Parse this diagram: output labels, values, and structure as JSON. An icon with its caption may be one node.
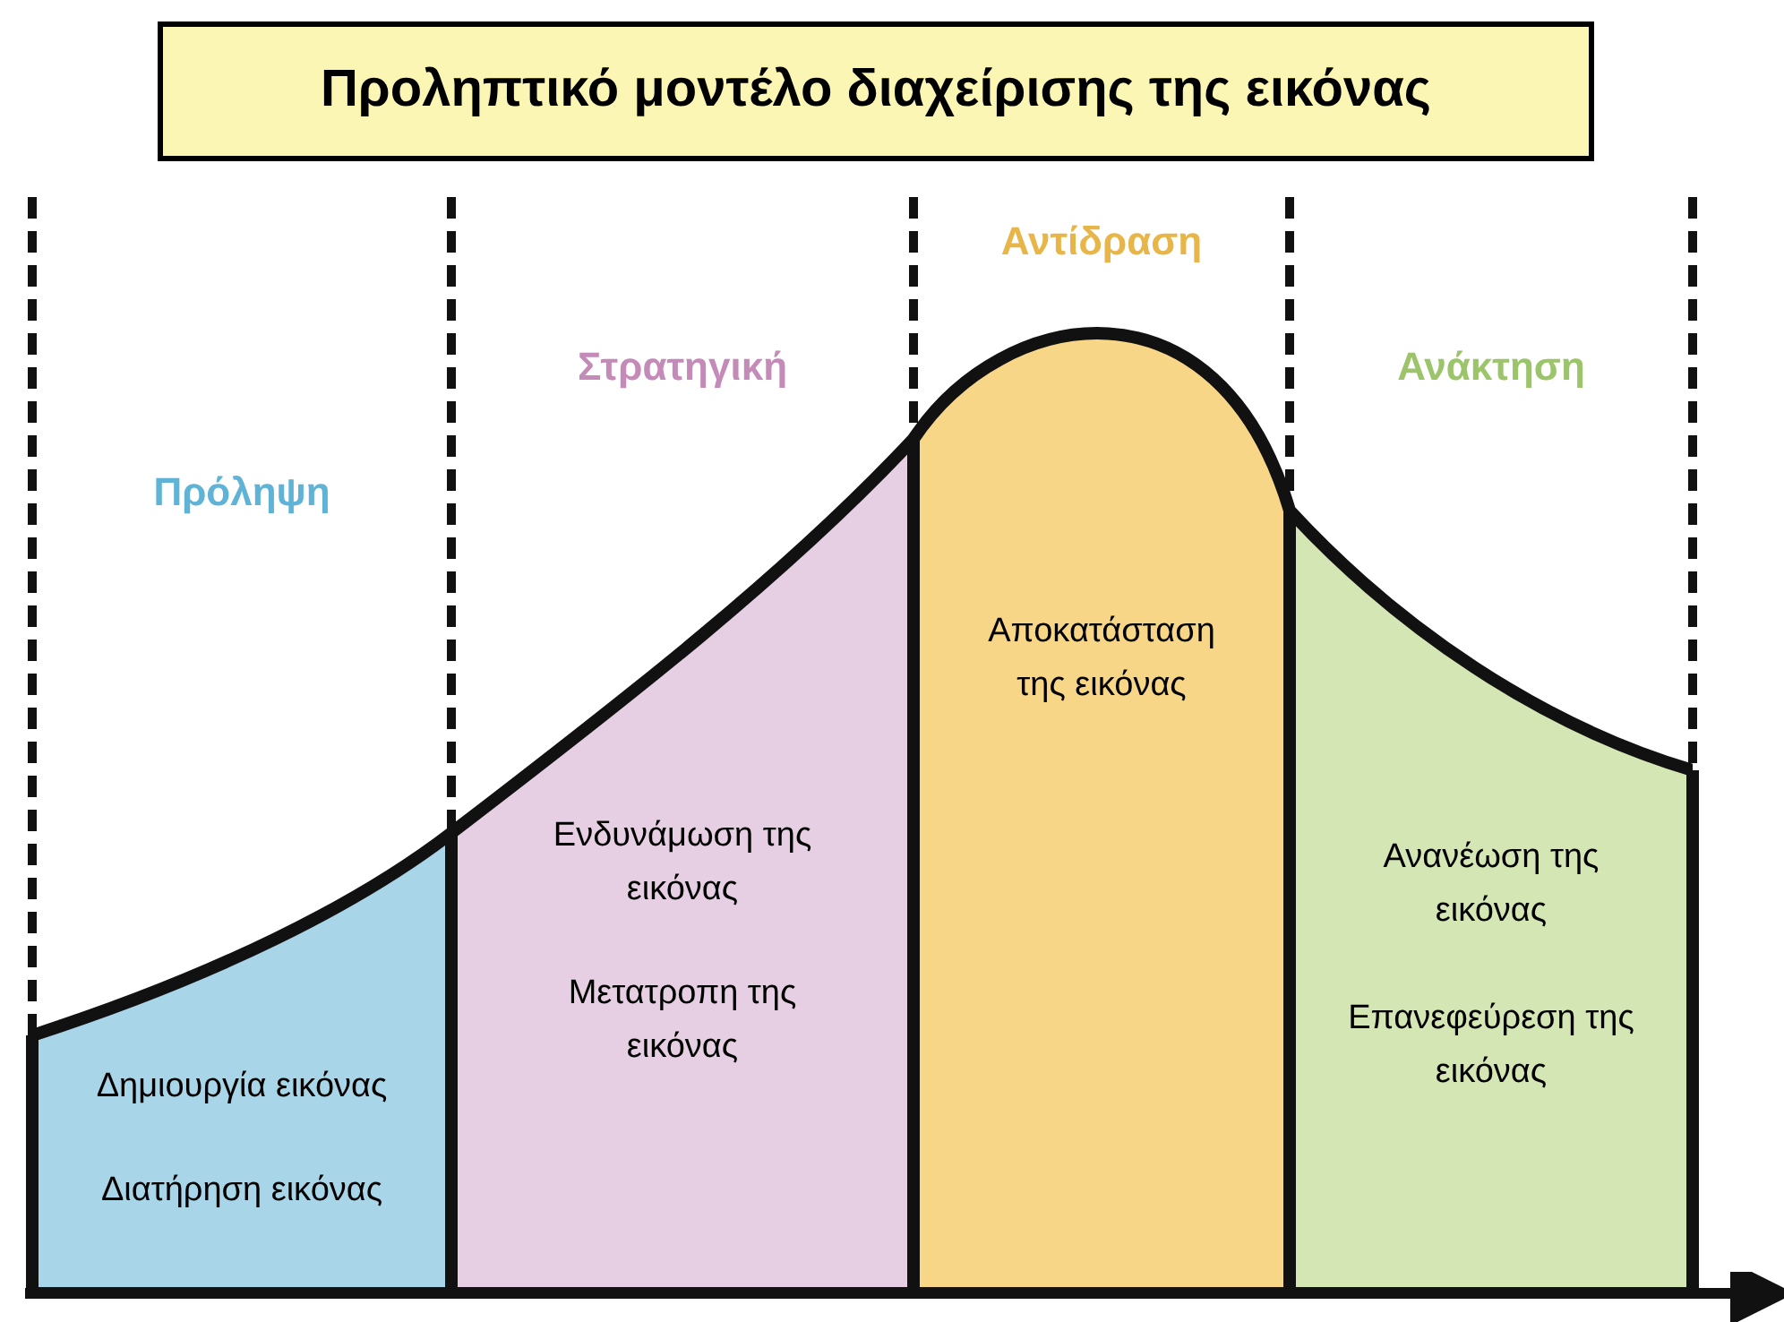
{
  "diagram": {
    "title": "Προληπτικό μοντέλο διαχείρισης της εικόνας",
    "nodes": [
      {
        "text": [
          "Πρόληψη",
          "Δημιουργία εικόνας",
          "Διατήρηση εικόνας"
        ]
      },
      {
        "text": [
          "Στρατηγική",
          "Ενδυνάμωση της εικόνας",
          "Μετατροπη της εικόνας"
        ]
      },
      {
        "text": [
          "Αντίδραση",
          "Αποκατάσταση της εικόνας"
        ]
      },
      {
        "text": [
          "Ανάκτηση",
          "Ανανέωση της εικόνας",
          "Επανεφεύρεση της εικόνας"
        ]
      }
    ]
  }
}
